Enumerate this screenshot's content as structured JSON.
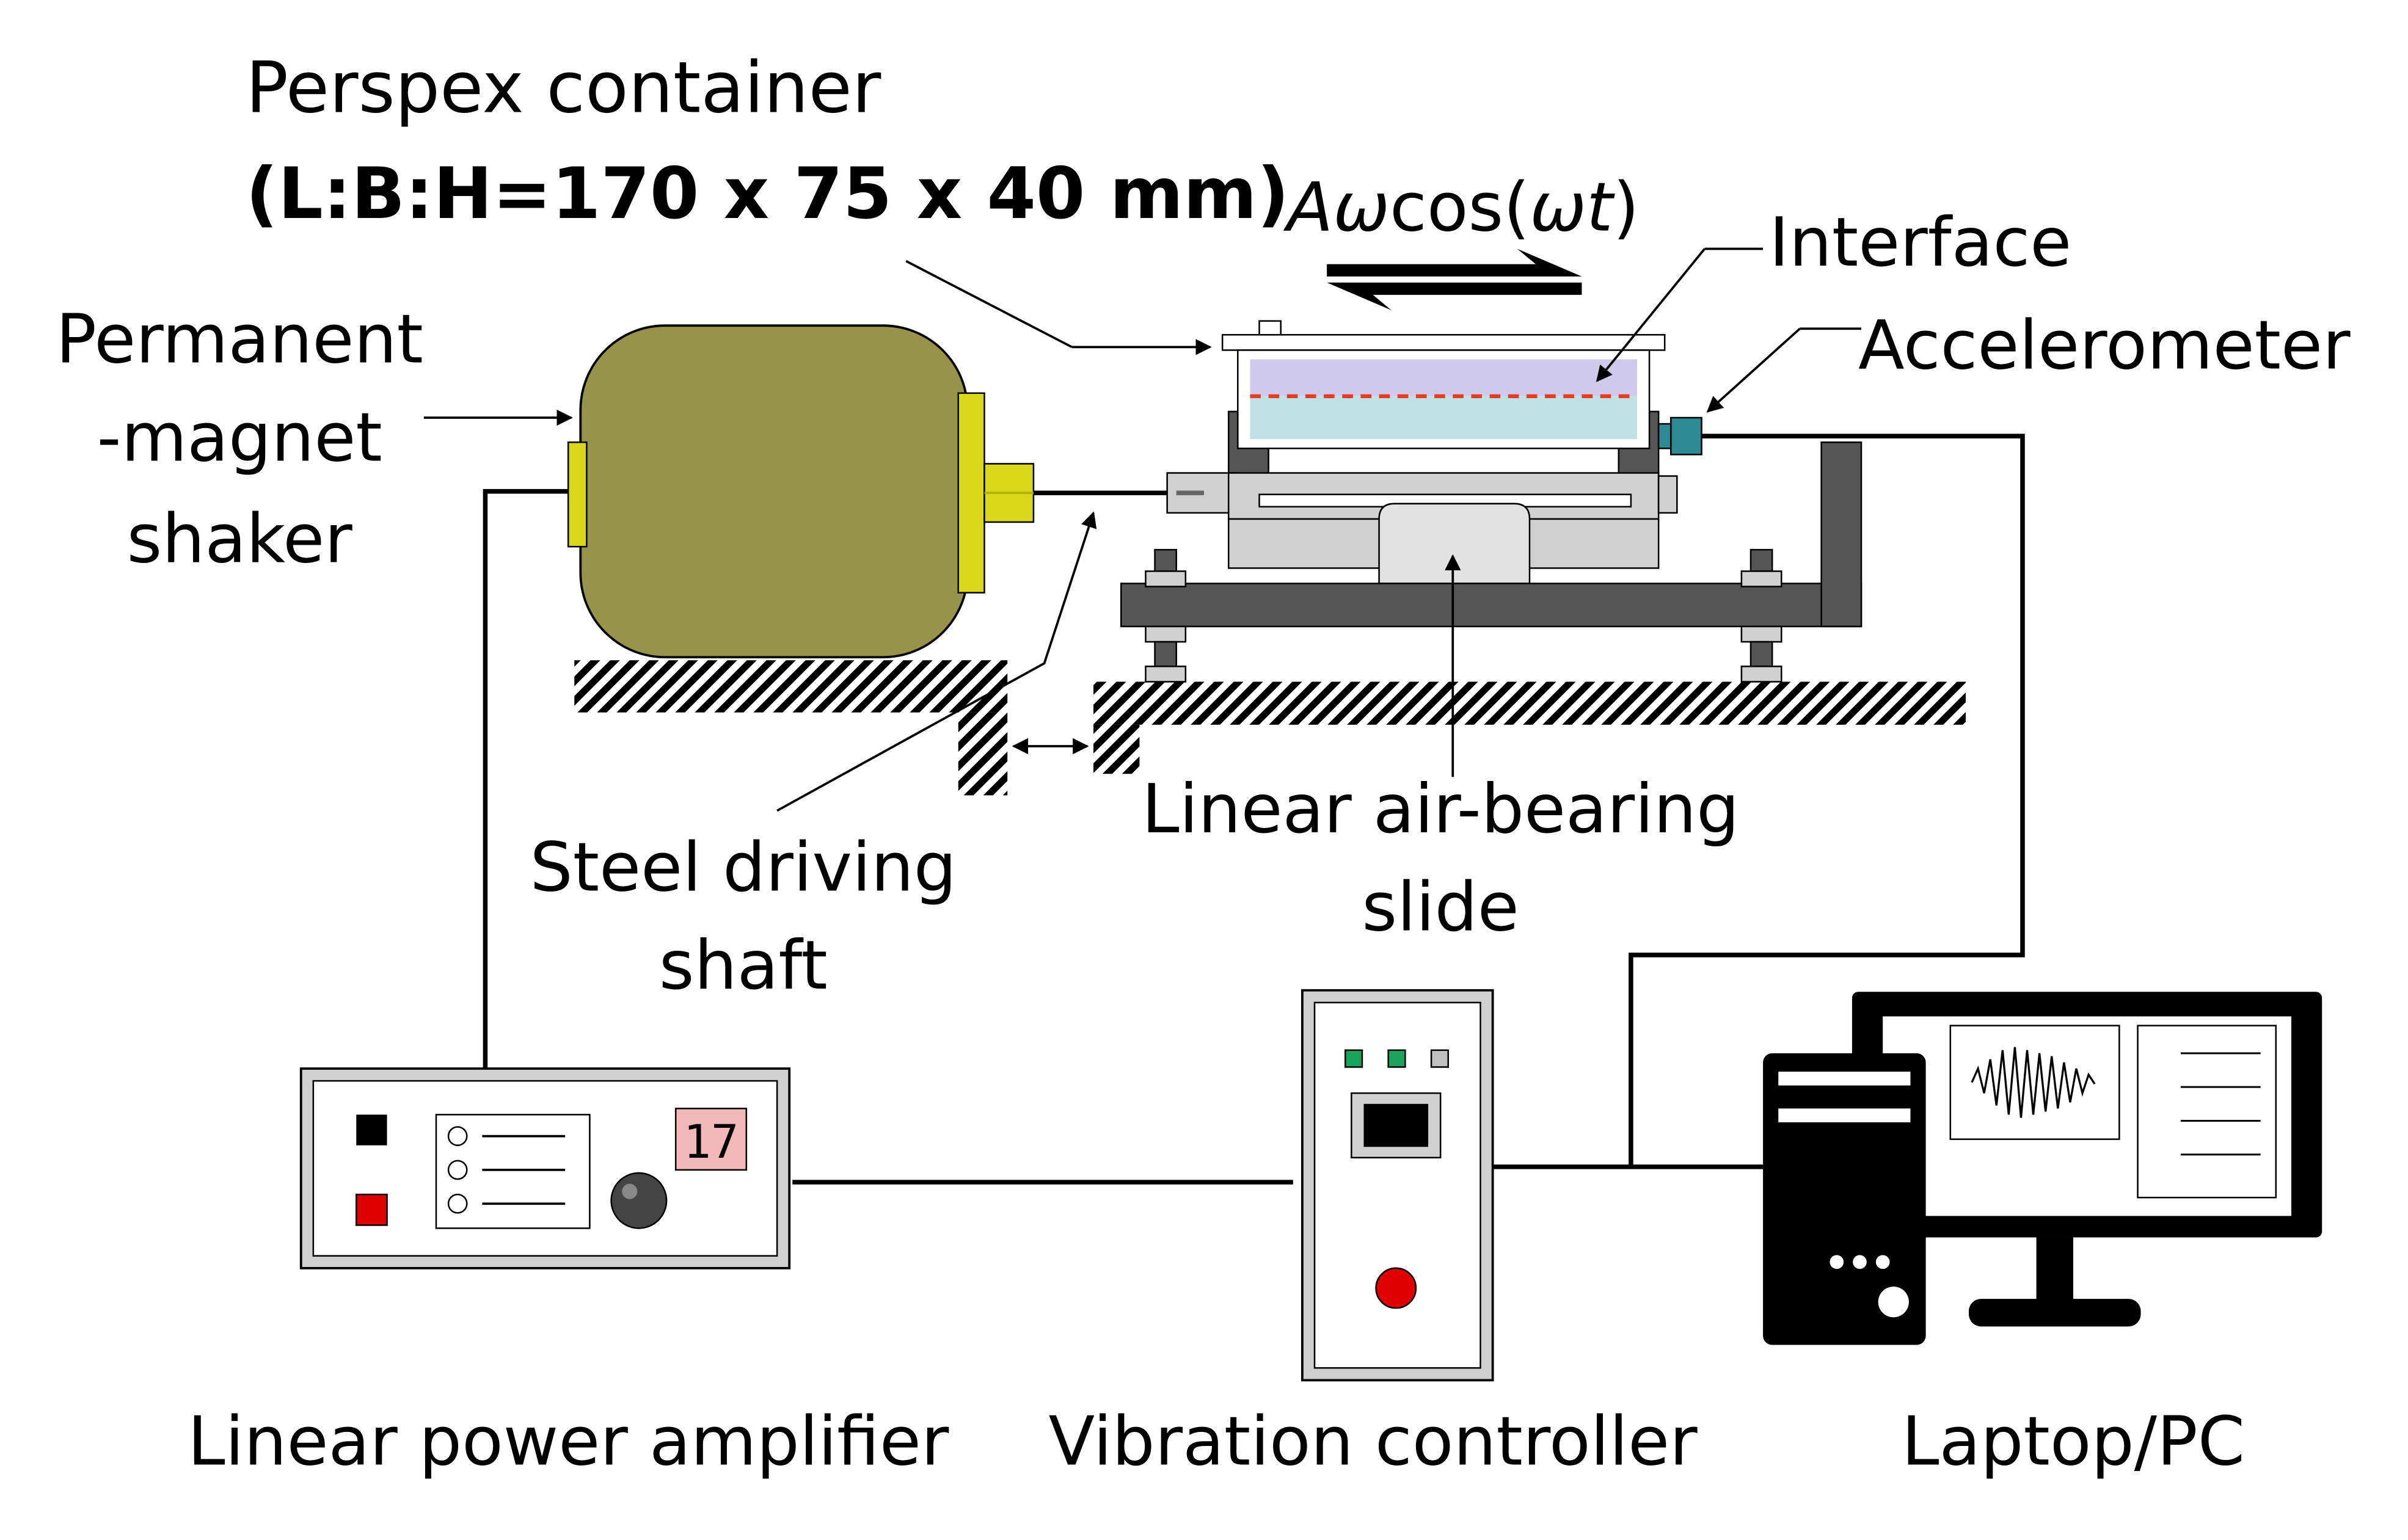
{
  "labels": {
    "container_title": "Perspex container",
    "container_dims": "(L:B:H=170 x 75 x 40 mm)",
    "excitation_A": "A",
    "excitation_w1": "ω",
    "excitation_cos": "cos(",
    "excitation_w2": "ω",
    "excitation_t": "t",
    "excitation_close": ")",
    "interface": "Interface",
    "accelerometer": "Accelerometer",
    "shaker_line1": "Permanent",
    "shaker_line2": "-magnet",
    "shaker_line3": "shaker",
    "shaft_line1": "Steel driving",
    "shaft_line2": "shaft",
    "slide_line1": "Linear air-bearing",
    "slide_line2": "slide",
    "amplifier": "Linear power amplifier",
    "controller": "Vibration controller",
    "pc": "Laptop/PC",
    "amp_display_digits": "17"
  },
  "colors": {
    "shaker_body": "#97934a",
    "shaker_flange": "#d9d71a",
    "liquid_upper": "#cfc9ec",
    "liquid_lower": "#bfe1e3",
    "interface_line": "#e63b1e",
    "accelerometer": "#2e8b94",
    "frame_dark": "#555555",
    "slide_light": "#d0d0d0",
    "amp_display_bg": "#f2b7b7",
    "red_button": "#e00000",
    "led_green": "#1aa35a"
  }
}
